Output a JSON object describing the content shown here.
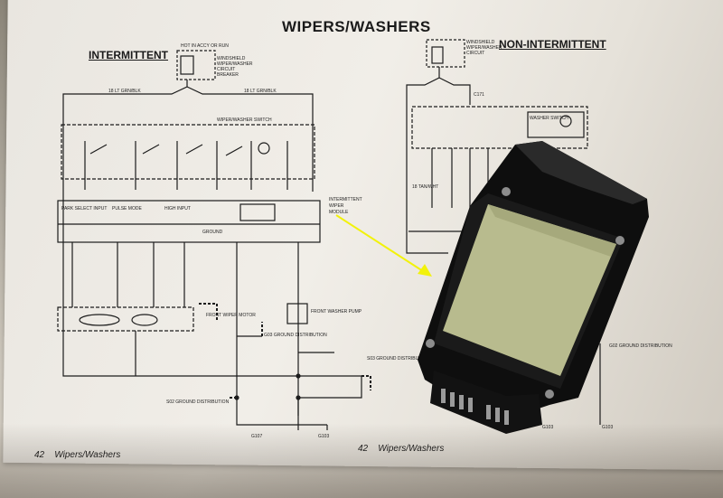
{
  "page": {
    "title": "WIPERS/WASHERS",
    "section_left": "INTERMITTENT",
    "section_right": "NON-INTERMITTENT",
    "footer_left_page": "42",
    "footer_left_text": "Wipers/Washers",
    "footer_right_page": "42",
    "footer_right_text": "Wipers/Washers"
  },
  "colors": {
    "paper": "#ece9e3",
    "ink": "#1a1a1a",
    "arrow": "#f2f20a",
    "module_body": "#161616",
    "module_pad": "#b8bb8e"
  },
  "objects": {
    "arrow": "yellow-arrow",
    "module": "wiper-control-module"
  }
}
